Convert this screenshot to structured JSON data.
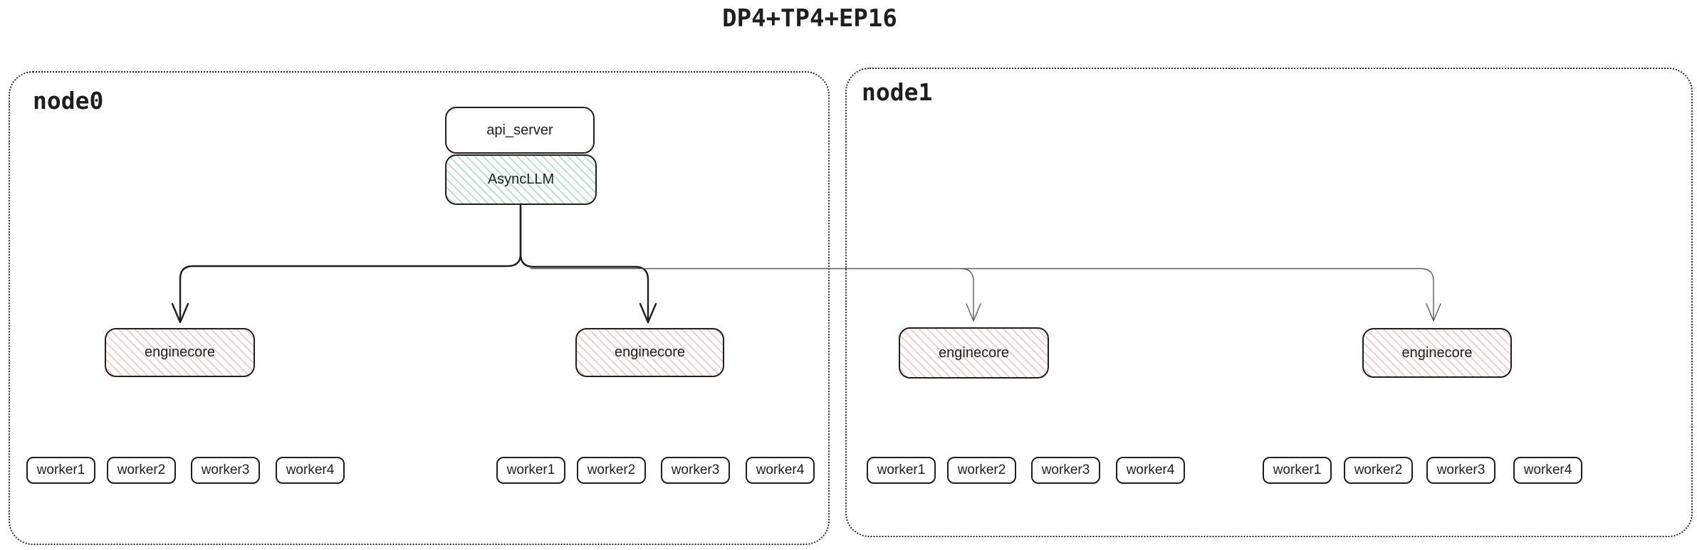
{
  "title": "DP4+TP4+EP16",
  "colors": {
    "stroke": "#1e1e1e",
    "green_hatch": "#9ae2a8",
    "red_hatch": "#f5bcb8",
    "thin_line": "#5c5c5c"
  },
  "node0": {
    "label": "node0",
    "api_server_label": "api_server",
    "asyncllm_label": "AsyncLLM",
    "enginecore_labels": [
      "enginecore",
      "enginecore"
    ],
    "worker_groups": [
      [
        "worker1",
        "worker2",
        "worker3",
        "worker4"
      ],
      [
        "worker1",
        "worker2",
        "worker3",
        "worker4"
      ]
    ]
  },
  "node1": {
    "label": "node1",
    "enginecore_labels": [
      "enginecore",
      "enginecore"
    ],
    "worker_groups": [
      [
        "worker1",
        "worker2",
        "worker3",
        "worker4"
      ],
      [
        "worker1",
        "worker2",
        "worker3",
        "worker4"
      ]
    ]
  }
}
